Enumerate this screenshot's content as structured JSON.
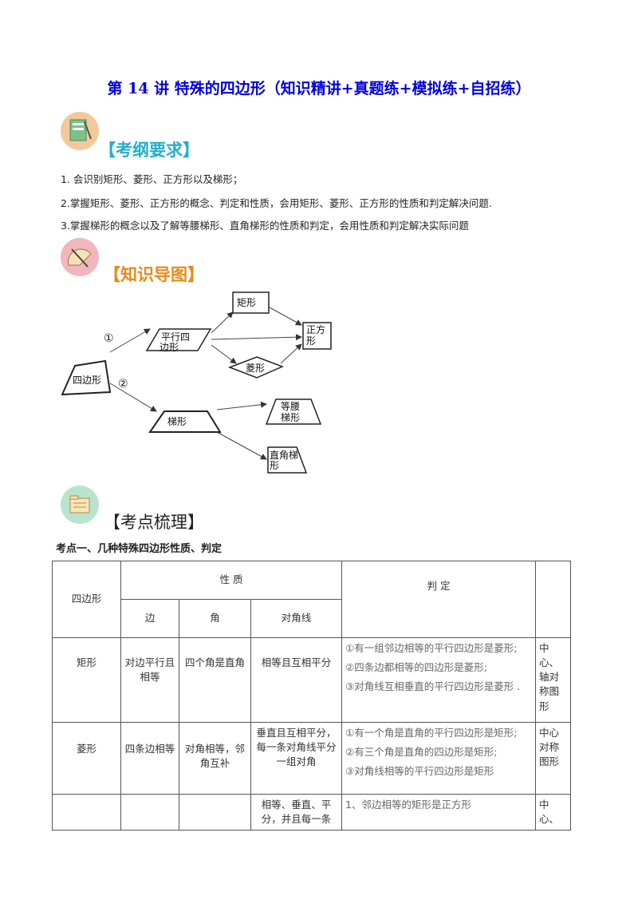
{
  "title": "第 14 讲  特殊的四边形（知识精讲+真题练+模拟练+自招练）",
  "sections": {
    "requirements": "【考纲要求】",
    "mindmap": "【知识导图】",
    "points": "【考点梳理】"
  },
  "requirements": [
    "1.  会识别矩形、菱形、正方形以及梯形；",
    "2.掌握矩形、菱形、正方形的概念、判定和性质，会用矩形、菱形、正方形的性质和判定解决问题.",
    "3.掌握梯形的概念以及了解等腰梯形、直角梯形的性质和判定，会用性质和判定解决实际问题"
  ],
  "diagram": {
    "n1": "①",
    "n2": "②",
    "quad": "四边形",
    "para_l1": "平行四",
    "para_l2": "边形",
    "rect": "矩形",
    "rhombus": "菱形",
    "square_l1": "正方",
    "square_l2": "形",
    "trap": "梯形",
    "iso_l1": "等腰",
    "iso_l2": "梯形",
    "right_l1": "直角梯",
    "right_l2": "形"
  },
  "kaodian1": "考点一、几种特殊四边形性质、判定",
  "table": {
    "h_quad": "四边形",
    "h_props": "性          质",
    "h_judge": "判          定",
    "h_side": "边",
    "h_angle": "角",
    "h_diag": "对角线",
    "rows": [
      {
        "name": "矩形",
        "side": "对边平行且相等",
        "angle": "四个角是直角",
        "diag": "相等且互相平分",
        "judge": [
          "①有一组邻边相等的平行四边形是菱形;",
          "②四条边都相等的四边形是菱形;",
          "③对角线互相垂直的平行四边形是菱形 ."
        ],
        "sym": "中心、轴对称图形"
      },
      {
        "name": "菱形",
        "side": "四条边相等",
        "angle": "对角相等，邻角互补",
        "diag": "垂直且互相平分，每一条对角线平分一组对角",
        "judge": [
          "①有一个角是直角的平行四边形是矩形;",
          "②有三个角是直角的四边形是矩形;",
          "③对角线相等的平行四边形是矩形"
        ],
        "sym": "中心对称图形"
      },
      {
        "name": "",
        "side": "",
        "angle": "",
        "diag": "相等、垂直、平分，并且每一条",
        "judge": [
          "1、邻边相等的矩形是正方形"
        ],
        "sym": "中心、"
      }
    ]
  }
}
